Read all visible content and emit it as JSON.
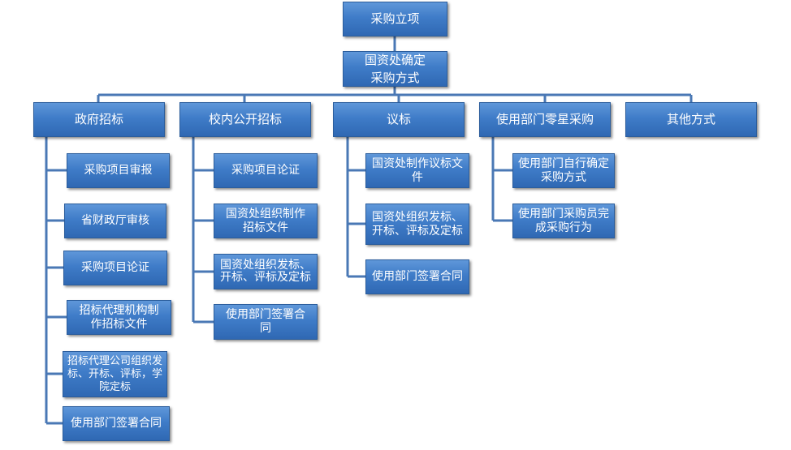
{
  "root": "采购立项",
  "decision": "国资处确定采购方式",
  "methods": [
    {
      "label": "政府招标",
      "steps": [
        "采购项目审报",
        "省财政厅审核",
        "采购项目论证",
        "招标代理机构制作招标文件",
        "招标代理公司组织发标、开标、评标，学院定标",
        "使用部门签署合同"
      ]
    },
    {
      "label": "校内公开招标",
      "steps": [
        "采购项目论证",
        "国资处组织制作招标文件",
        "国资处组织发标、开标、评标及定标",
        "使用部门签署合同"
      ]
    },
    {
      "label": "议标",
      "steps": [
        "国资处制作议标文件",
        "国资处组织发标、开标、评标及定标",
        "使用部门签署合同"
      ]
    },
    {
      "label": "使用部门零星采购",
      "steps": [
        "使用部门自行确定采购方式",
        "使用部门采购员完成采购行为"
      ]
    },
    {
      "label": "其他方式",
      "steps": []
    }
  ],
  "colors": {
    "box": "#3f7cc8",
    "line": "#4a78b5"
  }
}
